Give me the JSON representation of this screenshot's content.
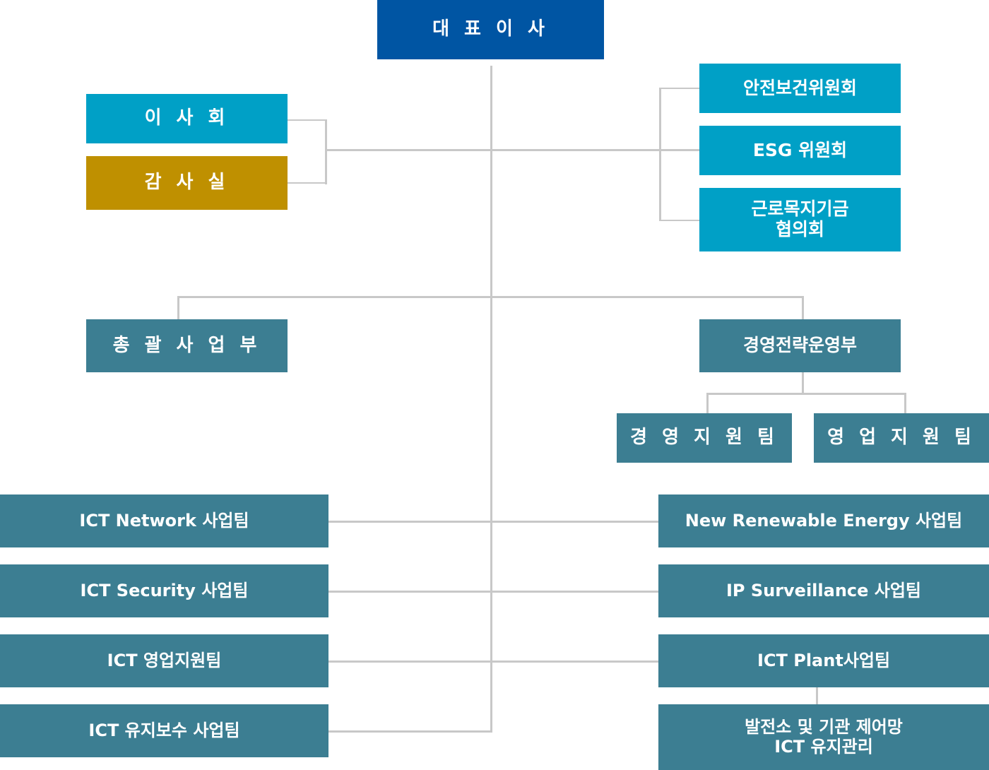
{
  "ceo": "대 표 이 사",
  "left_committees": [
    "이 사 회",
    "감 사 실"
  ],
  "right_committees": [
    "안전보건위원회",
    "ESG 위원회",
    "근로목지기금\n협의회"
  ],
  "divisions": {
    "left": "총 괄 사 업 부",
    "right": "경영전략운영부"
  },
  "sub_teams": [
    "경 영 지 원 팀",
    "영 업 지 원 팀"
  ],
  "left_teams": [
    "ICT Network 사업팀",
    "ICT Security 사업팀",
    "ICT 영업지원팀",
    "ICT 유지보수 사업팀"
  ],
  "right_teams": [
    "New Renewable Energy 사업팀",
    "IP Surveillance 사업팀",
    "ICT Plant사업팀",
    "발전소 및 기관 제어망\nICT 유지관리"
  ],
  "colors": {
    "ceo": "#0055a3",
    "committee": "#00a0c6",
    "audit": "#bf9000",
    "team": "#3c7e92",
    "connector": "#c8c8c8"
  }
}
